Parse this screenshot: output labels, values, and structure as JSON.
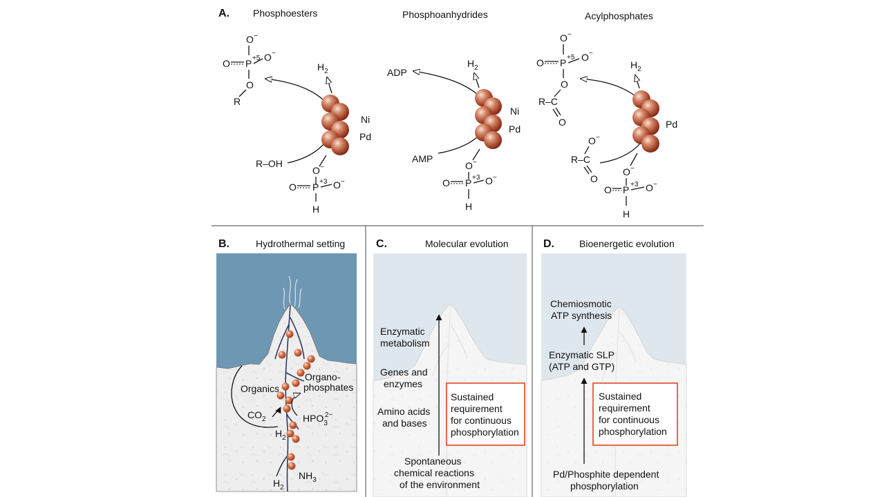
{
  "panel_a": {
    "letter": "A.",
    "col1": {
      "title": "Phosphoesters",
      "top": {
        "o_top": "O",
        "charge": "−",
        "o_left": "O",
        "p": "P",
        "ox": "+5",
        "o_right": "O",
        "o_bottom": "O",
        "r": "R"
      },
      "metals": [
        "Ni",
        "Pd"
      ],
      "h2": "H",
      "h2_sub": "2",
      "substrate": "R–OH",
      "phosphite": {
        "o_top": "O",
        "charge": "−",
        "p": "P",
        "ox": "+3",
        "o_left": "O",
        "o_right": "O",
        "h": "H"
      }
    },
    "col2": {
      "title": "Phosphoanhydrides",
      "product": "ADP",
      "metals": [
        "Ni",
        "Pd"
      ],
      "h2": "H",
      "h2_sub": "2",
      "substrate": "AMP",
      "phosphite": {
        "o_top": "O",
        "charge": "−",
        "p": "P",
        "ox": "+3",
        "o_left": "O",
        "o_right": "O",
        "h": "H"
      }
    },
    "col3": {
      "title": "Acylphosphates",
      "top": {
        "o_top": "O",
        "charge": "−",
        "o_left": "O",
        "p": "P",
        "ox": "+5",
        "o_right": "O",
        "o_link": "O",
        "r": "R–C",
        "o_carbonyl": "O"
      },
      "metals": [
        "Pd"
      ],
      "h2": "H",
      "h2_sub": "2",
      "substrate": {
        "r": "R–C",
        "o_minus": "O",
        "o_carbonyl": "O"
      },
      "phosphite": {
        "o_top": "O",
        "charge": "−",
        "p": "P",
        "ox": "+3",
        "o_left": "O",
        "o_right": "O",
        "h": "H"
      }
    }
  },
  "panel_b": {
    "letter": "B.",
    "title": "Hydrothermal setting",
    "labels": {
      "organics": "Organics",
      "co2": "CO",
      "co2_sub": "2",
      "organo1": "Organo-",
      "organo2": "phosphates",
      "hpo3": "HPO",
      "hpo3_sub": "3",
      "hpo3_sup": "2−",
      "h2_mid": "H",
      "h2_mid_sub": "2",
      "nh3": "NH",
      "nh3_sub": "3",
      "h2_bottom": "H",
      "h2_bottom_sub": "2"
    },
    "colors": {
      "water": "#6e97b3",
      "rock": "#efefef",
      "sphere": "#c65a35"
    }
  },
  "panel_c": {
    "letter": "C.",
    "title": "Molecular evolution",
    "steps": [
      [
        "Enzymatic",
        "metabolism"
      ],
      [
        "Genes and",
        "enzymes"
      ],
      [
        "Amino acids",
        "and bases"
      ]
    ],
    "box": [
      "Sustained",
      "requirement",
      "for continuous",
      "phosphorylation"
    ],
    "base": [
      "Spontaneous",
      "chemical reactions",
      "of the environment"
    ]
  },
  "panel_d": {
    "letter": "D.",
    "title": "Bioenergetic evolution",
    "top": [
      "Chemiosmotic",
      "ATP synthesis"
    ],
    "mid": [
      "Enzymatic SLP",
      "(ATP and GTP)"
    ],
    "box": [
      "Sustained",
      "requirement",
      "for continuous",
      "phosphorylation"
    ],
    "base": [
      "Pd/Phosphite dependent",
      "phosphorylation"
    ]
  },
  "colors": {
    "accent_red": "#e2431e",
    "sphere": "#b5533a",
    "pale_water": "#dfe7ee"
  }
}
